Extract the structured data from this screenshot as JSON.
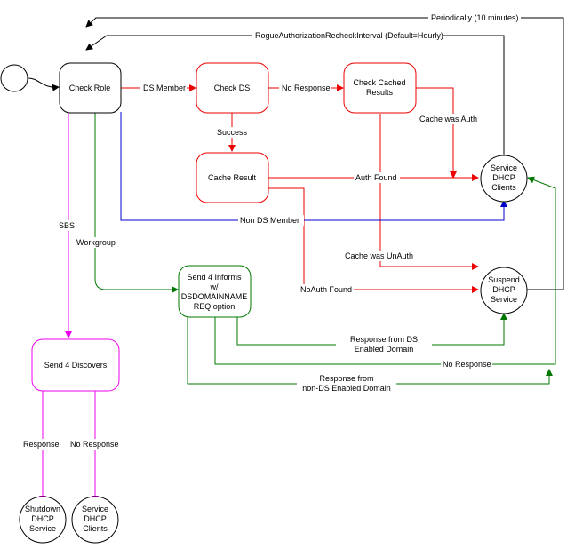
{
  "nodes": {
    "check_role": "Check Role",
    "check_ds": "Check DS",
    "check_cached": [
      "Check Cached",
      "Results"
    ],
    "cache_result": "Cache Result",
    "service_dhcp_right": [
      "Service",
      "DHCP",
      "Clients"
    ],
    "suspend_dhcp": [
      "Suspend",
      "DHCP",
      "Service"
    ],
    "send_informs": [
      "Send 4 Informs",
      "w/",
      "DSDOMAINNAME",
      "REQ option"
    ],
    "send_discovers": "Send 4 Discovers",
    "shutdown_dhcp": [
      "Shutdown",
      "DHCP",
      "Service"
    ],
    "service_dhcp_bottom": [
      "Service",
      "DHCP",
      "Clients"
    ]
  },
  "labels": {
    "periodically": "Periodically (10 minutes)",
    "rogue_interval": "RogueAuthorizationRecheckInterval (Default=Hourly)",
    "ds_member": "DS Member",
    "no_response_top": "No Response",
    "success": "Success",
    "cache_was_auth": "Cache was Auth",
    "auth_found": "Auth Found",
    "non_ds_member": "Non DS Member",
    "sbs": "SBS",
    "workgroup": "Workgroup",
    "cache_was_unauth": "Cache was UnAuth",
    "noauth_found": "NoAuth Found",
    "response_from_ds": [
      "Response from DS",
      "Enabled Domain"
    ],
    "no_response_mid": "No Response",
    "response_non_ds": [
      "Response from",
      "non-DS Enabled Domain"
    ],
    "response_bottom": "Response",
    "no_response_bottom": "No Response"
  },
  "colors": {
    "black": "#000000",
    "red": "#ee0000",
    "green": "#007700",
    "blue": "#0000cc",
    "magenta": "#ee00ee"
  }
}
